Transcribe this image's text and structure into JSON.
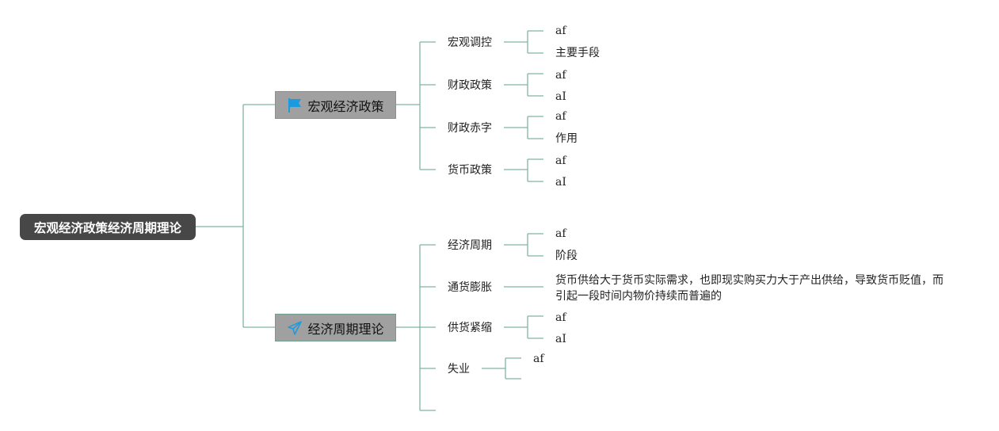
{
  "root": {
    "label": "宏观经济政策经济周期理论"
  },
  "branches": [
    {
      "label": "宏观经济政策",
      "icon": "flag-icon",
      "icon_color": "#1a9be0",
      "topics": [
        {
          "label": "宏观调控",
          "children": [
            "af",
            "主要手段"
          ]
        },
        {
          "label": "财政政策",
          "children": [
            "af",
            "aI"
          ]
        },
        {
          "label": "财政赤字",
          "children": [
            "af",
            "作用"
          ]
        },
        {
          "label": "货币政策",
          "children": [
            "af",
            "aI"
          ]
        }
      ]
    },
    {
      "label": "经济周期理论",
      "icon": "paper-plane-icon",
      "icon_color": "#1a9be0",
      "topics": [
        {
          "label": "经济周期",
          "children": [
            "af",
            "阶段"
          ]
        },
        {
          "label": "通货膨胀",
          "children": [
            "货币供给大于货币实际需求，也即现实购买力大于产出供给，导致货币贬值，而引起一段时间内物价持续而普遍的"
          ]
        },
        {
          "label": "供货紧缩",
          "children": [
            "af",
            "aI"
          ]
        },
        {
          "label": "失业",
          "children": [
            "af"
          ]
        }
      ]
    }
  ],
  "colors": {
    "connector": "#7fb5a0",
    "root_fill": "#474747",
    "branch_fill": "#a0a0a0",
    "branch_border": "#6f9e8a"
  }
}
